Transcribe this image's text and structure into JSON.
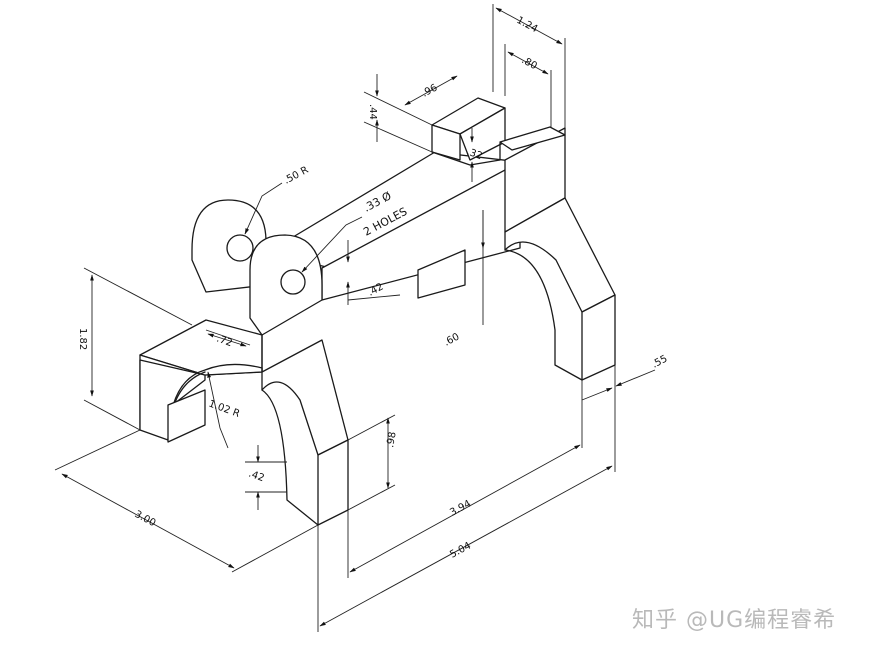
{
  "dimensions": {
    "d_1_24": "1.24",
    "d_80": ".80",
    "d_96": ".96",
    "d_44": ".44",
    "d_32": ".32",
    "d_50r": ".50 R",
    "d_33dia": ".33 Ø",
    "d_2holes": "2 HOLES",
    "d_42a": ".42",
    "d_182": "1.82",
    "d_72": ".72",
    "d_60": ".60",
    "d_55": ".55",
    "d_102r": "1.02 R",
    "d_98": ".98",
    "d_42b": ".42",
    "d_394": "3.94",
    "d_504": "5.04",
    "d_300": "3.00"
  },
  "watermark": "知乎 @UG编程睿希"
}
